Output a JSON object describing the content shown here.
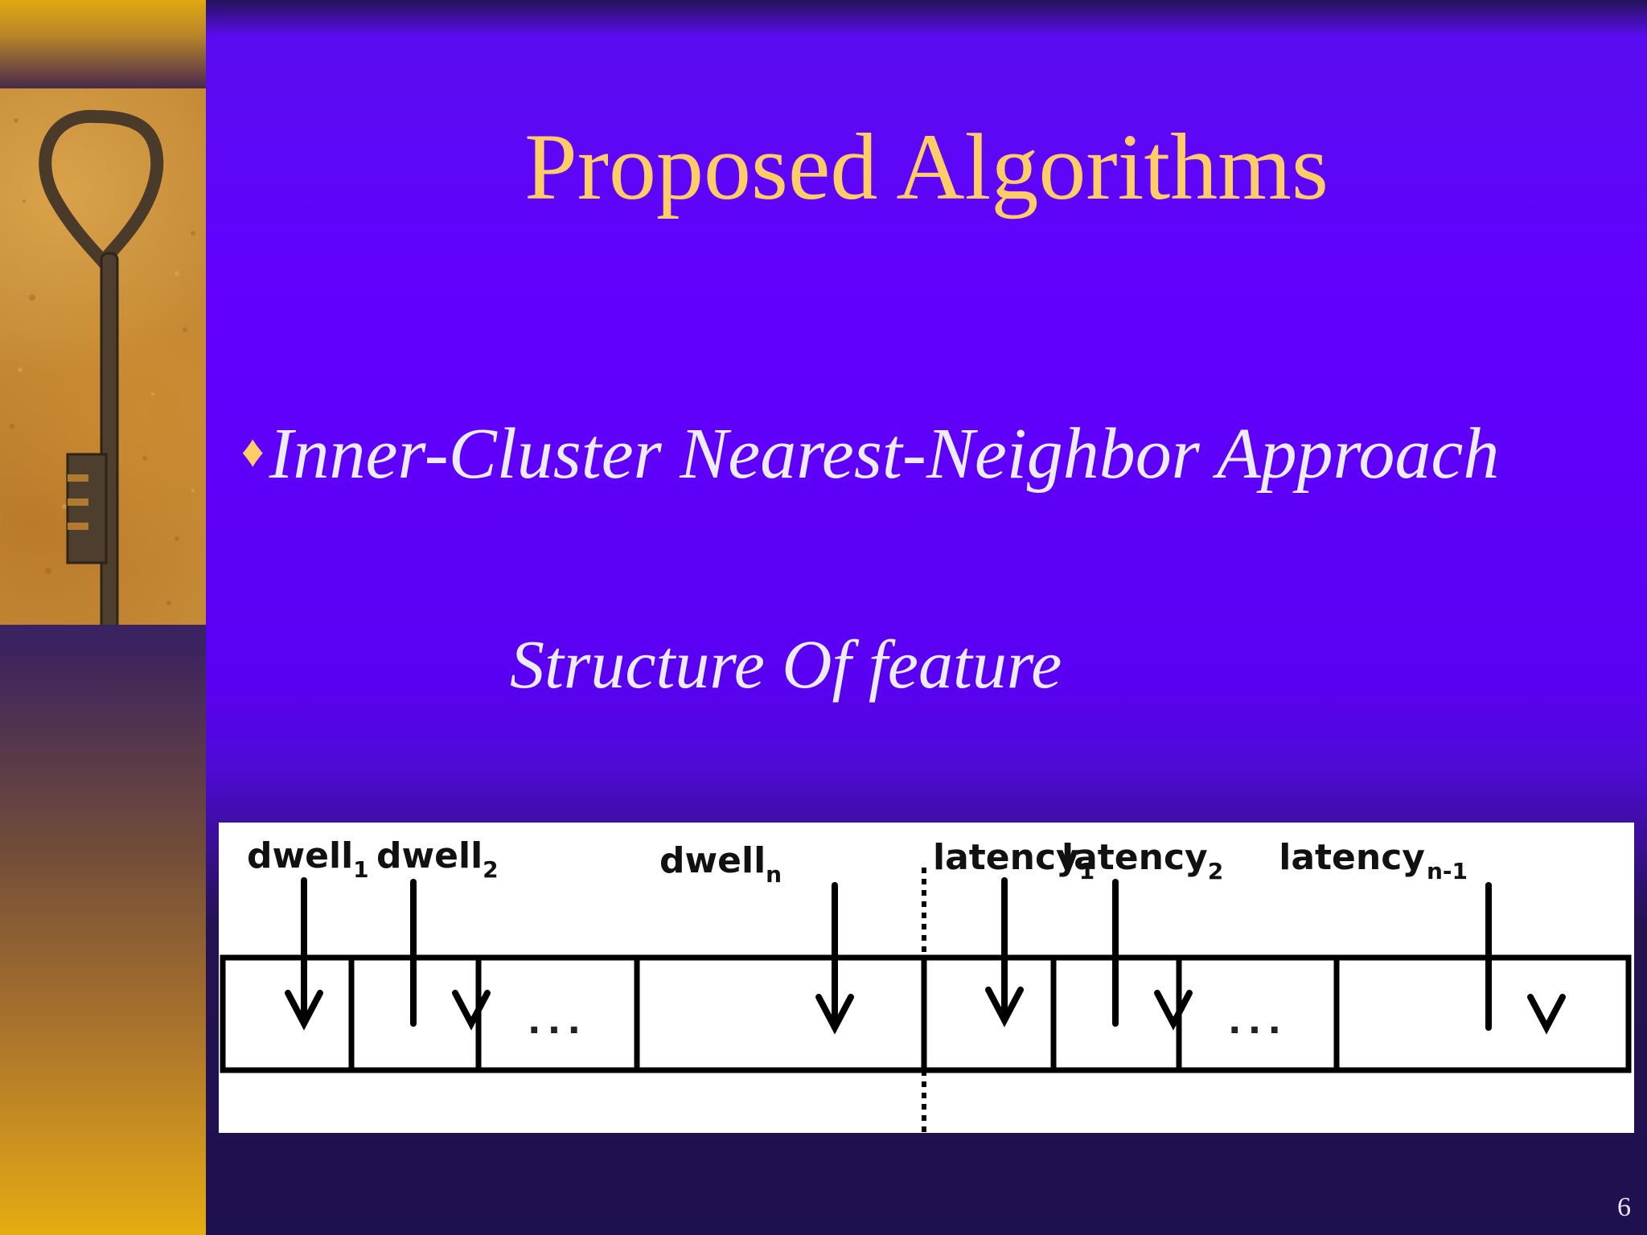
{
  "slide": {
    "title": "Proposed Algorithms",
    "bullet_symbol": "♦",
    "bullet_text": "Inner-Cluster Nearest-Neighbor Approach",
    "subheading": "Structure Of  feature",
    "page_number": "6"
  },
  "feature_diagram": {
    "labels": [
      {
        "base": "dwell",
        "sub": "1"
      },
      {
        "base": "dwell",
        "sub": "2"
      },
      {
        "base": "dwell",
        "sub": "n"
      },
      {
        "base": "latency",
        "sub": "1"
      },
      {
        "base": "latency",
        "sub": "2"
      },
      {
        "base": "latency",
        "sub": "n-1"
      }
    ],
    "ellipsis": "...",
    "cells": [
      "dwell1",
      "dwell2",
      "...",
      "dwelln",
      "latency1",
      "latency2",
      "...",
      "latencyn-1"
    ]
  },
  "colors": {
    "title": "#ffcc66",
    "body_text": "#ecebff",
    "panel": "#6200ff",
    "strip_bottom": "#e5ac12"
  }
}
